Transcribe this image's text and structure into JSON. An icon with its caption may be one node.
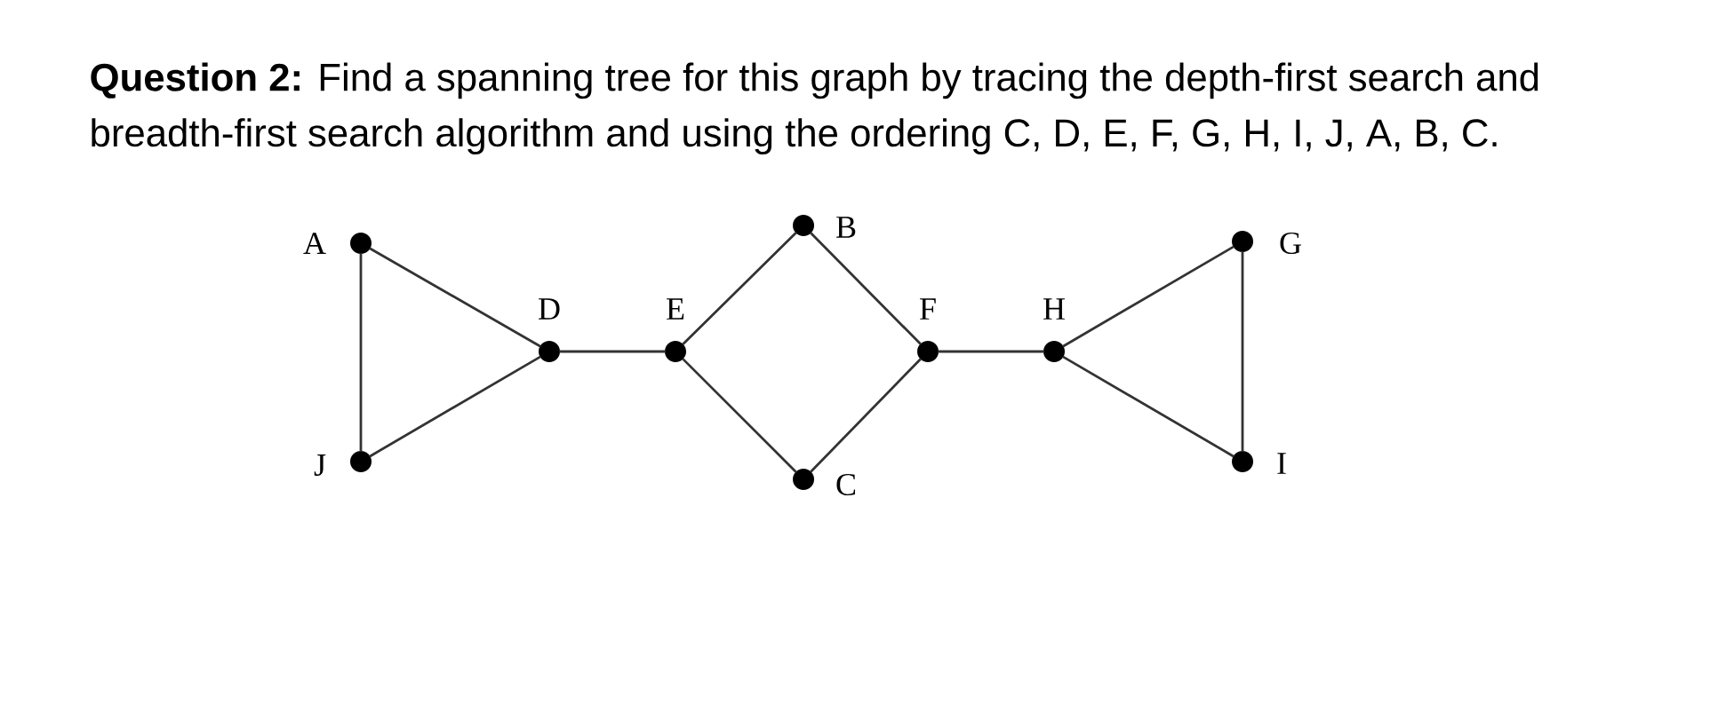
{
  "diagram": {
    "title": "**Question 2:** Find a spanning tree for this graph by tracing the depth-first search and breadth-first search algorithm and using the ordering C, D, E, F, G, H, I, J, A, B, C.",
    "nodes": [
      {
        "text": [],
        "shape": "circle",
        "beside": [
          "A"
        ]
      },
      {
        "text": [],
        "shape": "circle",
        "beside": [
          "J"
        ]
      },
      {
        "text": [],
        "shape": "circle",
        "beside": [
          "D"
        ]
      },
      {
        "text": [],
        "shape": "circle",
        "beside": [
          "E"
        ]
      },
      {
        "text": [],
        "shape": "circle",
        "beside": [
          "B"
        ]
      },
      {
        "text": [],
        "shape": "circle",
        "beside": [
          "C"
        ]
      },
      {
        "text": [],
        "shape": "circle",
        "beside": [
          "F"
        ]
      },
      {
        "text": [],
        "shape": "circle",
        "beside": [
          "H"
        ]
      },
      {
        "text": [],
        "shape": "circle",
        "beside": [
          "G"
        ]
      },
      {
        "text": [],
        "shape": "circle",
        "beside": [
          "I"
        ]
      }
    ],
    "edges": [
      {
        "from": 0,
        "to": 1,
        "arrow": "none"
      },
      {
        "from": 0,
        "to": 2,
        "arrow": "none"
      },
      {
        "from": 1,
        "to": 2,
        "arrow": "none"
      },
      {
        "from": 2,
        "to": 3,
        "arrow": "none"
      },
      {
        "from": 3,
        "to": 4,
        "arrow": "none"
      },
      {
        "from": 3,
        "to": 5,
        "arrow": "none"
      },
      {
        "from": 4,
        "to": 6,
        "arrow": "none"
      },
      {
        "from": 5,
        "to": 6,
        "arrow": "none"
      },
      {
        "from": 6,
        "to": 7,
        "arrow": "none"
      },
      {
        "from": 7,
        "to": 8,
        "arrow": "none"
      },
      {
        "from": 7,
        "to": 9,
        "arrow": "none"
      },
      {
        "from": 8,
        "to": 9,
        "arrow": "none"
      }
    ]
  }
}
